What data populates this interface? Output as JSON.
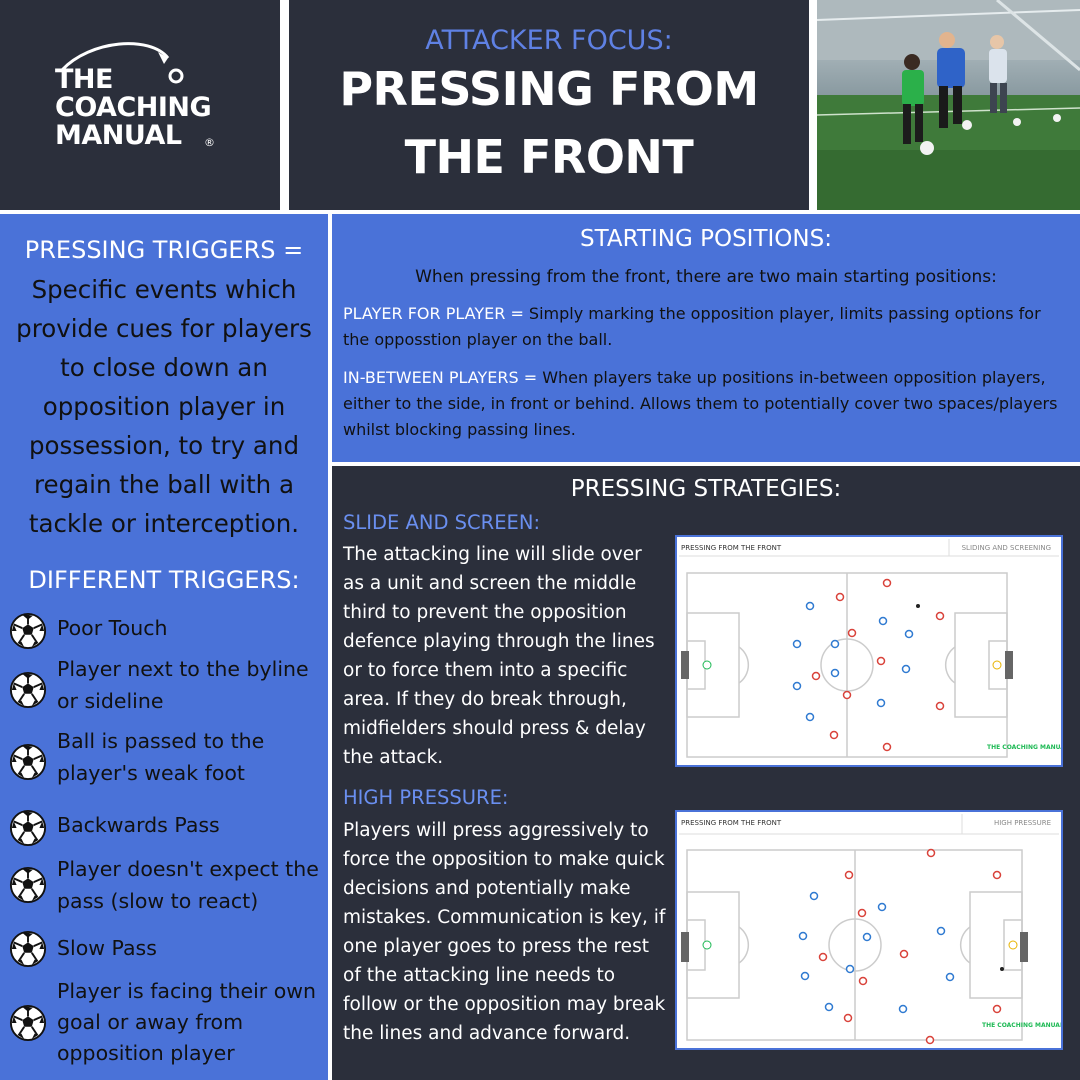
{
  "logo": {
    "line1": "THE",
    "line2": "COACHING",
    "line3": "MANUAL",
    "registered": "®"
  },
  "header": {
    "kicker": "ATTACKER FOCUS:",
    "title_line1": "PRESSING FROM",
    "title_line2": "THE FRONT"
  },
  "left": {
    "triggers_heading": "PRESSING TRIGGERS =",
    "triggers_body": "Specific events which provide cues for players to close down an opposition player in possession, to try and regain the ball with a tackle or interception.",
    "different_heading": "DIFFERENT TRIGGERS:",
    "items": [
      {
        "text": "Poor Touch",
        "icon": "football-icon"
      },
      {
        "text": "Player next to the byline or sideline",
        "icon": "football-icon"
      },
      {
        "text": "Ball is passed to the player's weak foot",
        "icon": "football-icon"
      },
      {
        "text": "Backwards Pass",
        "icon": "football-icon"
      },
      {
        "text": "Player doesn't expect the pass (slow to react)",
        "icon": "football-icon"
      },
      {
        "text": "Slow Pass",
        "icon": "football-icon"
      },
      {
        "text": "Player is facing their own goal or away from opposition player",
        "icon": "football-icon"
      }
    ]
  },
  "starting": {
    "heading": "STARTING POSITIONS:",
    "intro": "When pressing from the front, there are two main starting positions:",
    "p1_key": "PLAYER FOR PLAYER =",
    "p1_text": " Simply marking the opposition player, limits passing options for the opposstion player on the ball.",
    "p2_key": "IN-BETWEEN PLAYERS =",
    "p2_text": " When players take up positions in-between opposition players, either to the side, in front or behind. Allows them to potentially cover two spaces/players whilst blocking passing lines."
  },
  "strategies": {
    "heading": "PRESSING STRATEGIES:",
    "s1_title": "SLIDE AND SCREEN:",
    "s1_text": "The attacking line will slide over as a unit and screen the middle third to prevent the opposition defence playing through the lines or to force them into a specific area. If they do break through, midfielders should press & delay the attack.",
    "s2_title": "HIGH PRESSURE:",
    "s2_text": "Players will press aggressively to force the opposition to make quick decisions and potentially make mistakes. Communication is key, if one player goes to press the rest of the attacking line needs to follow or the opposition may break the lines and advance forward.",
    "diagram1": {
      "title": "PRESSING FROM THE FRONT",
      "label": "SLIDING AND SCREENING",
      "logo": "THE COACHING MANUAL"
    },
    "diagram2": {
      "title": "PRESSING FROM THE FRONT",
      "label": "HIGH PRESSURE",
      "logo": "THE COACHING MANUAL"
    }
  },
  "colors": {
    "dark": "#2b2f3b",
    "blue": "#4a72d8",
    "accent_blue": "#5f81e4",
    "red_team": "#d9423a",
    "blue_team": "#2f7ad1"
  }
}
